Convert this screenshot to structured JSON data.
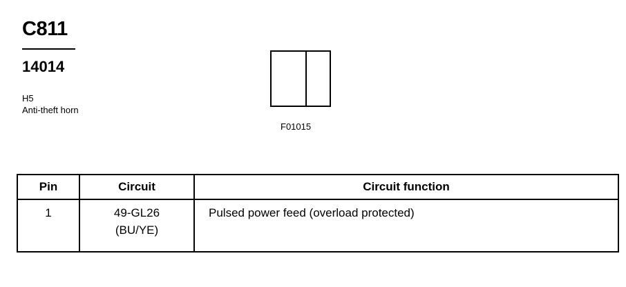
{
  "header": {
    "connector_id": "C811",
    "part_number": "14014",
    "location": "H5",
    "description": "Anti-theft horn"
  },
  "figure": {
    "reference": "F01015"
  },
  "pin_table": {
    "columns": [
      "Pin",
      "Circuit",
      "Circuit function"
    ],
    "rows": [
      {
        "pin": "1",
        "circuit": "49-GL26",
        "wire_color": "(BU/YE)",
        "function": "Pulsed power feed (overload protected)"
      }
    ]
  }
}
